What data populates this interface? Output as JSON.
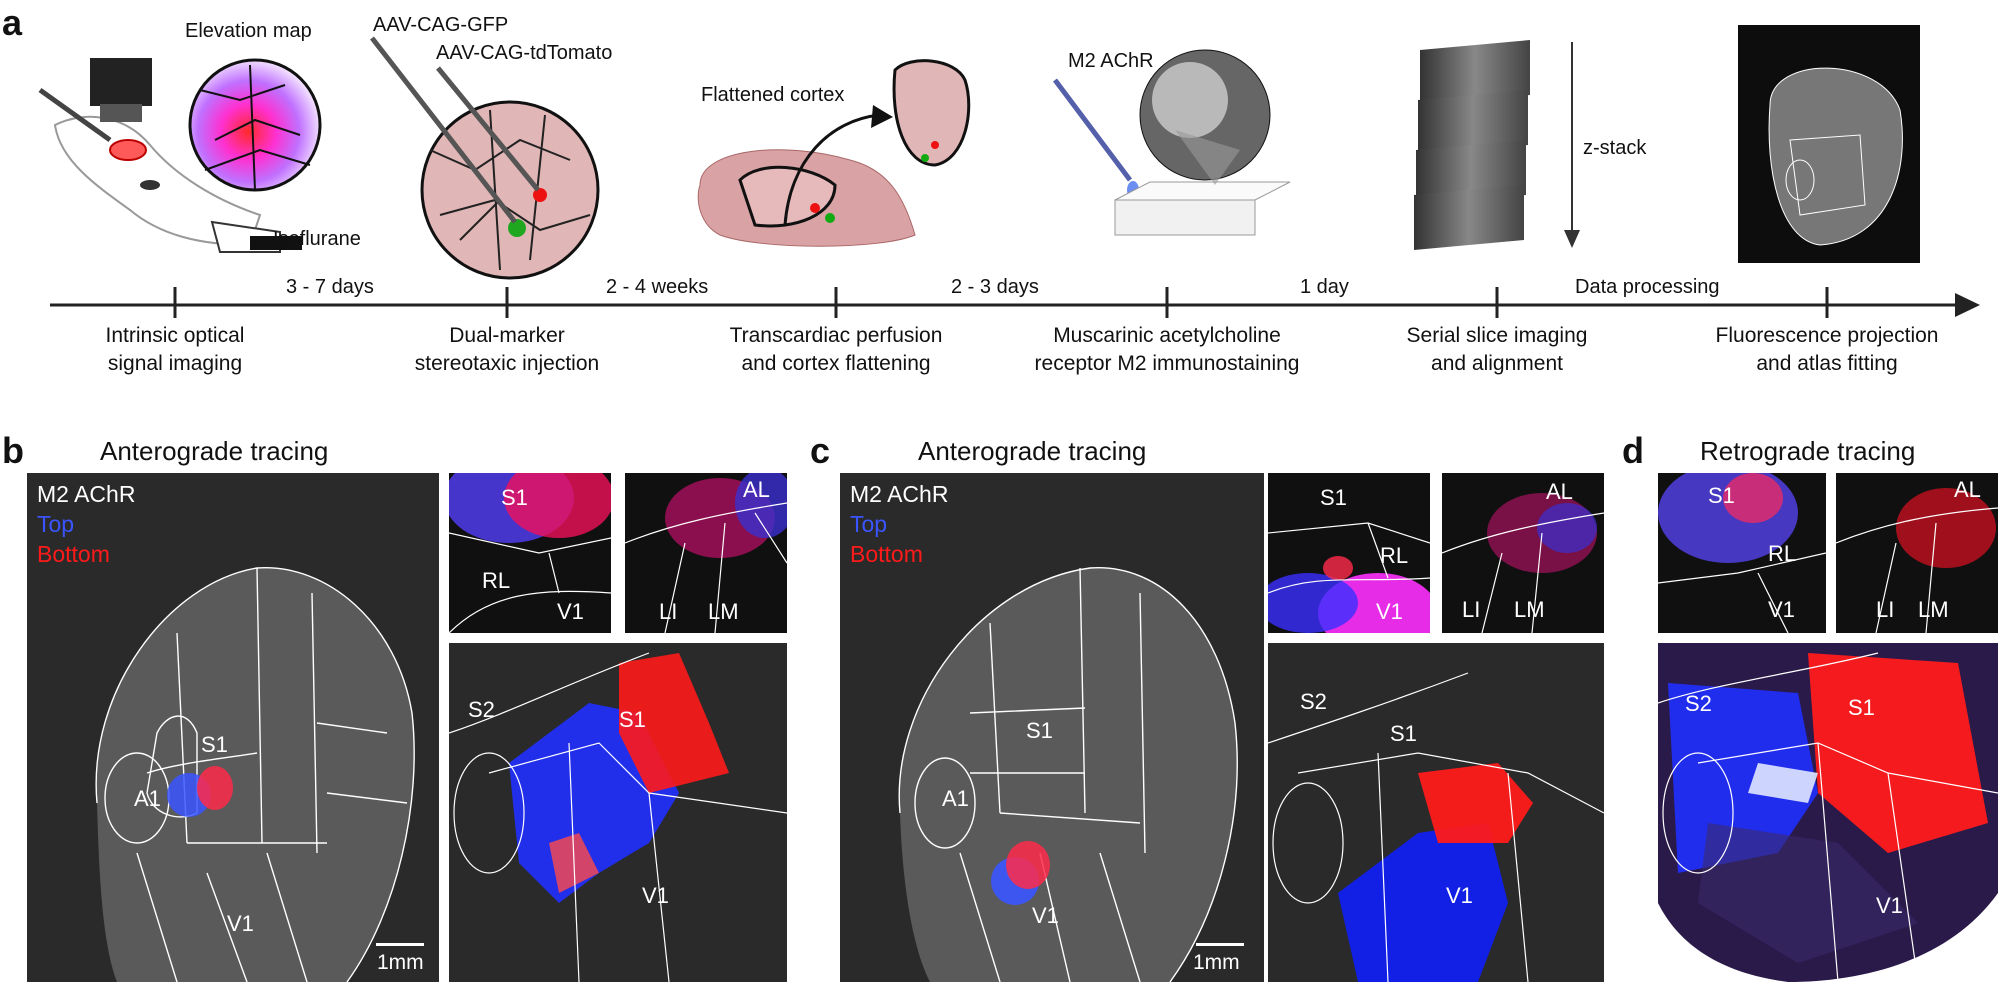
{
  "panel_a": {
    "label": "a",
    "timeline": {
      "steps": [
        {
          "line1": "Intrinsic optical",
          "line2": "signal imaging"
        },
        {
          "line1": "Dual-marker",
          "line2": "stereotaxic injection"
        },
        {
          "line1": "Transcardiac perfusion",
          "line2": "and cortex flattening"
        },
        {
          "line1": "Muscarinic acetylcholine",
          "line2": "receptor M2 immunostaining"
        },
        {
          "line1": "Serial slice imaging",
          "line2": "and alignment"
        },
        {
          "line1": "Fluorescence projection",
          "line2": "and atlas fitting"
        }
      ],
      "intervals": [
        "3 - 7 days",
        "2 - 4 weeks",
        "2 - 3 days",
        "1 day",
        "Data processing"
      ]
    },
    "callouts": {
      "elevation_map": "Elevation map",
      "isoflurane": "Isoflurane",
      "gfp": "AAV-CAG-GFP",
      "tdtomato": "AAV-CAG-tdTomato",
      "flattened": "Flattened cortex",
      "m2": "M2 AChR",
      "zstack": "z-stack"
    }
  },
  "panel_b": {
    "label": "b",
    "title": "Anterograde tracing",
    "legend": {
      "stain": "M2 AChR",
      "top": "Top",
      "bottom": "Bottom"
    },
    "main_areas": {
      "s1": "S1",
      "a1": "A1",
      "v1": "V1"
    },
    "inset1": {
      "s1": "S1",
      "rl": "RL",
      "v1": "V1"
    },
    "inset2": {
      "al": "AL",
      "li": "LI",
      "lm": "LM"
    },
    "zoom": {
      "s2": "S2",
      "s1": "S1",
      "v1": "V1"
    },
    "scalebar": "1mm"
  },
  "panel_c": {
    "label": "c",
    "title": "Anterograde tracing",
    "legend": {
      "stain": "M2 AChR",
      "top": "Top",
      "bottom": "Bottom"
    },
    "main_areas": {
      "s1": "S1",
      "a1": "A1",
      "v1": "V1"
    },
    "inset1": {
      "s1": "S1",
      "rl": "RL",
      "v1": "V1"
    },
    "inset2": {
      "al": "AL",
      "li": "LI",
      "lm": "LM"
    },
    "zoom": {
      "s2": "S2",
      "s1": "S1",
      "v1": "V1"
    },
    "scalebar": "1mm"
  },
  "panel_d": {
    "label": "d",
    "title": "Retrograde tracing",
    "inset1": {
      "s1": "S1",
      "rl": "RL",
      "v1": "V1"
    },
    "inset2": {
      "al": "AL",
      "li": "LI",
      "lm": "LM"
    },
    "zoom": {
      "s2": "S2",
      "s1": "S1",
      "v1": "V1"
    }
  },
  "colors": {
    "top": "#3a55ff",
    "bottom": "#ff1a1a",
    "background": "#1c1c1c"
  }
}
